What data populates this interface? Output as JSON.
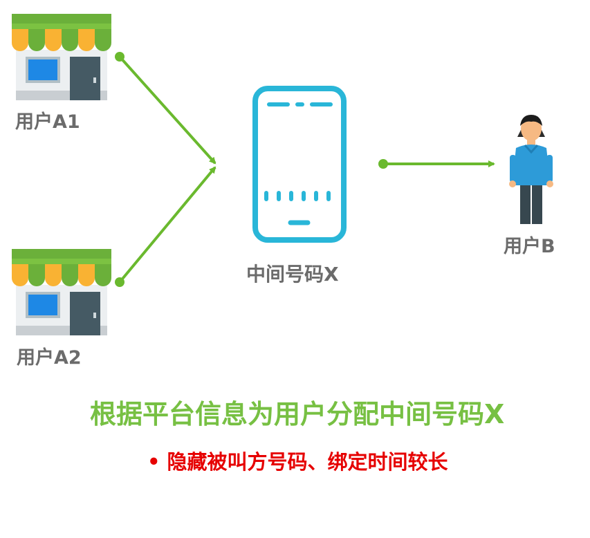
{
  "nodes": {
    "user_a1": {
      "label": "用户A1",
      "icon": "store-icon"
    },
    "user_a2": {
      "label": "用户A2",
      "icon": "store-icon"
    },
    "middle_number": {
      "label": "中间号码X",
      "icon": "phone-icon"
    },
    "user_b": {
      "label": "用户B",
      "icon": "person-icon"
    }
  },
  "edges": [
    {
      "from": "user_a1",
      "to": "middle_number"
    },
    {
      "from": "user_a2",
      "to": "middle_number"
    },
    {
      "from": "middle_number",
      "to": "user_b"
    }
  ],
  "headline": "根据平台信息为用户分配中间号码X",
  "subline": {
    "bullet": "•",
    "text": "隐藏被叫方号码、绑定时间较长"
  },
  "colors": {
    "arrow_green": "#6ab92e",
    "headline_green": "#77c043",
    "subline_red": "#e60000",
    "phone_blue": "#29b6d8",
    "label_gray": "#6b6b6b"
  }
}
